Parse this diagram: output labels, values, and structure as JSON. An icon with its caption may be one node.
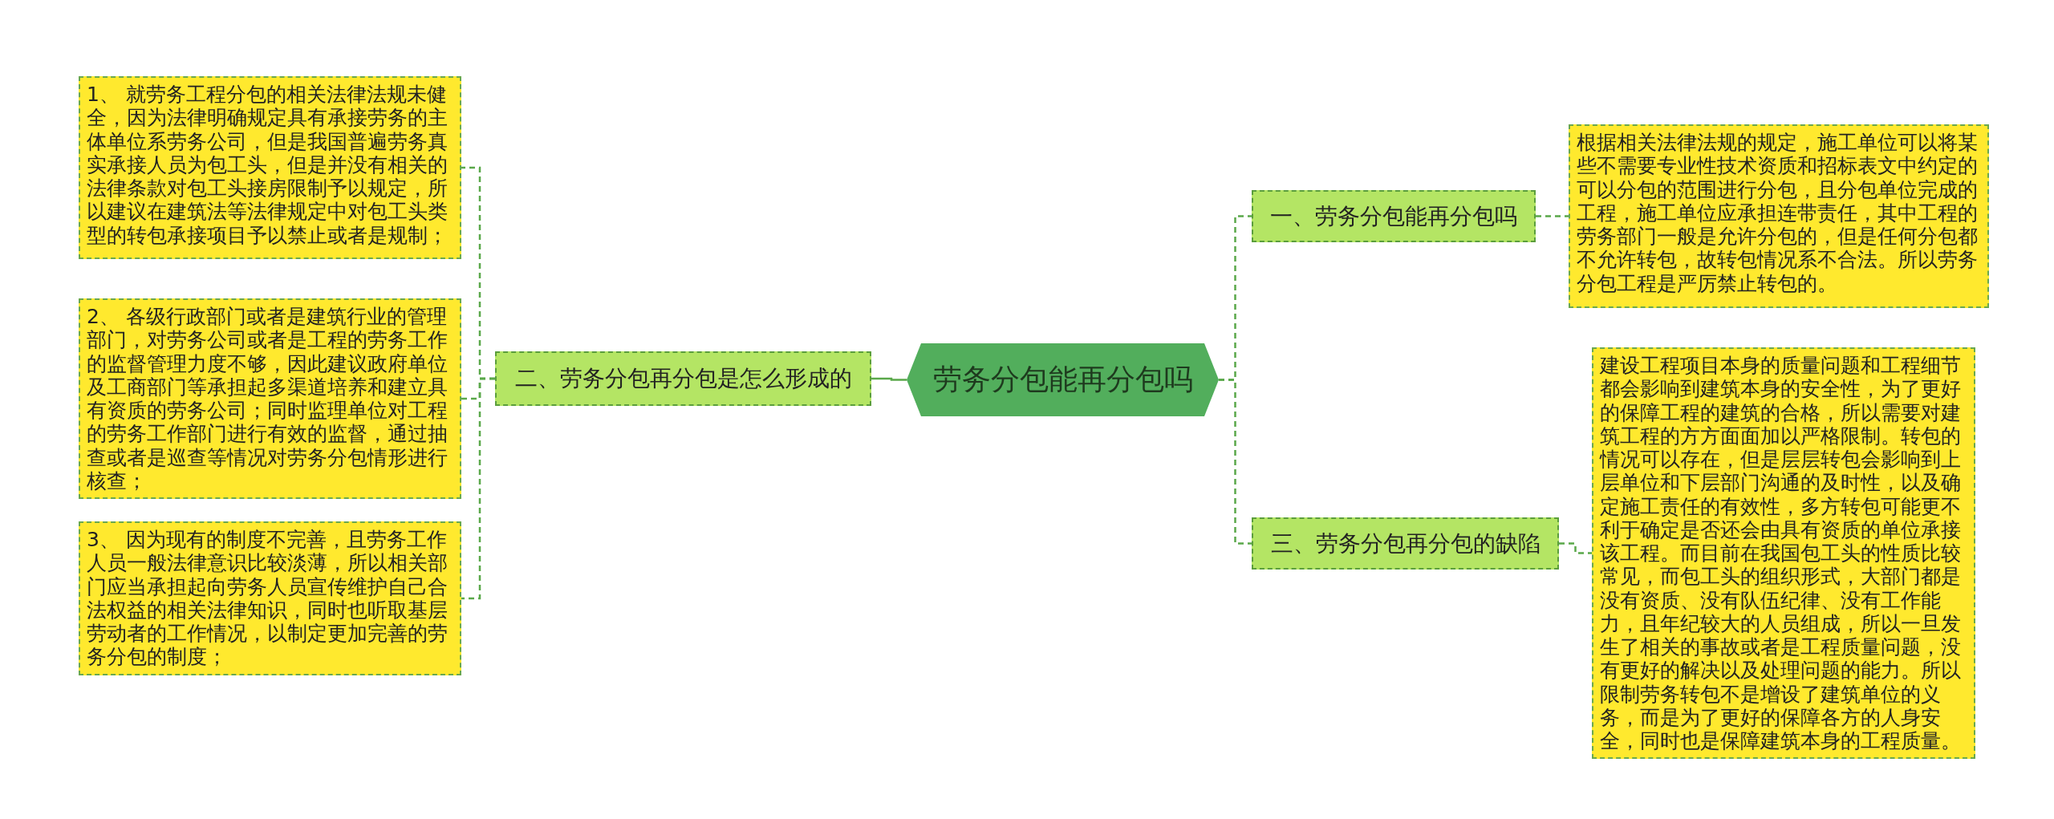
{
  "diagram": {
    "nodes": [
      {
        "text": [
          "劳务分包能再分包吗"
        ]
      },
      {
        "text": [
          "二、劳务分包再分包是怎么形成的"
        ]
      },
      {
        "text": [
          "1、 就劳务工程分包的相关法律法规未健全，因为法律明确规定具有承接劳务的主体单位系劳务公司，但是我国普遍劳务真实承接人员为包工头，但是并没有相关的法律条款对包工头接房限制予以规定，所以建议在建筑法等法律规定中对包工头类型的转包承接项目予以禁止或者是规制；"
        ]
      },
      {
        "text": [
          "2、 各级行政部门或者是建筑行业的管理部门，对劳务公司或者是工程的劳务工作的监督管理力度不够，因此建议政府单位及工商部门等承担起多渠道培养和建立具有资质的劳务公司；同时监理单位对工程的劳务工作部门进行有效的监督，通过抽查或者是巡查等情况对劳务分包情形进行核查；"
        ]
      },
      {
        "text": [
          "3、 因为现有的制度不完善，且劳务工作人员一般法律意识比较淡薄，所以相关部门应当承担起向劳务人员宣传维护自己合法权益的相关法律知识，同时也听取基层劳动者的工作情况，以制定更加完善的劳务分包的制度；"
        ]
      },
      {
        "text": [
          "一、劳务分包能再分包吗"
        ]
      },
      {
        "text": [
          "根据相关法律法规的规定，施工单位可以将某些不需要专业性技术资质和招标表文中约定的可以分包的范围进行分包，且分包单位完成的工程，施工单位应承担连带责任，其中工程的劳务部门一般是允许分包的，但是任何分包都不允许转包，故转包情况系不合法。所以劳务分包工程是严厉禁止转包的。"
        ]
      },
      {
        "text": [
          "三、劳务分包再分包的缺陷"
        ]
      },
      {
        "text": [
          "建设工程项目本身的质量问题和工程细节都会影响到建筑本身的安全性，为了更好的保障工程的建筑的合格，所以需要对建筑工程的方方面面加以严格限制。转包的情况可以存在，但是层层转包会影响到上层单位和下层部门沟通的及时性，以及确定施工责任的有效性，多方转包可能更不利于确定是否还会由具有资质的单位承接该工程。而目前在我国包工头的性质比较常见，而包工头的组织形式，大部门都是没有资质、没有队伍纪律、没有工作能力，且年纪较大的人员组成，所以一旦发生了相关的事故或者是工程质量问题，没有更好的解决以及处理问题的能力。所以限制劳务转包不是增设了建筑单位的义务，而是为了更好的保障各方的人身安全，同时也是保障建筑本身的工程质量。"
        ]
      }
    ],
    "edges": [
      {
        "from": 0,
        "to": 1,
        "arrow": "none"
      },
      {
        "from": 1,
        "to": 2,
        "arrow": "none",
        "style": "dashed"
      },
      {
        "from": 1,
        "to": 3,
        "arrow": "none",
        "style": "dashed"
      },
      {
        "from": 1,
        "to": 4,
        "arrow": "none",
        "style": "dashed"
      },
      {
        "from": 0,
        "to": 5,
        "arrow": "none",
        "style": "dashed"
      },
      {
        "from": 5,
        "to": 6,
        "arrow": "none",
        "style": "dashed"
      },
      {
        "from": 0,
        "to": 7,
        "arrow": "none",
        "style": "dashed"
      },
      {
        "from": 7,
        "to": 8,
        "arrow": "none",
        "style": "dashed"
      }
    ]
  }
}
